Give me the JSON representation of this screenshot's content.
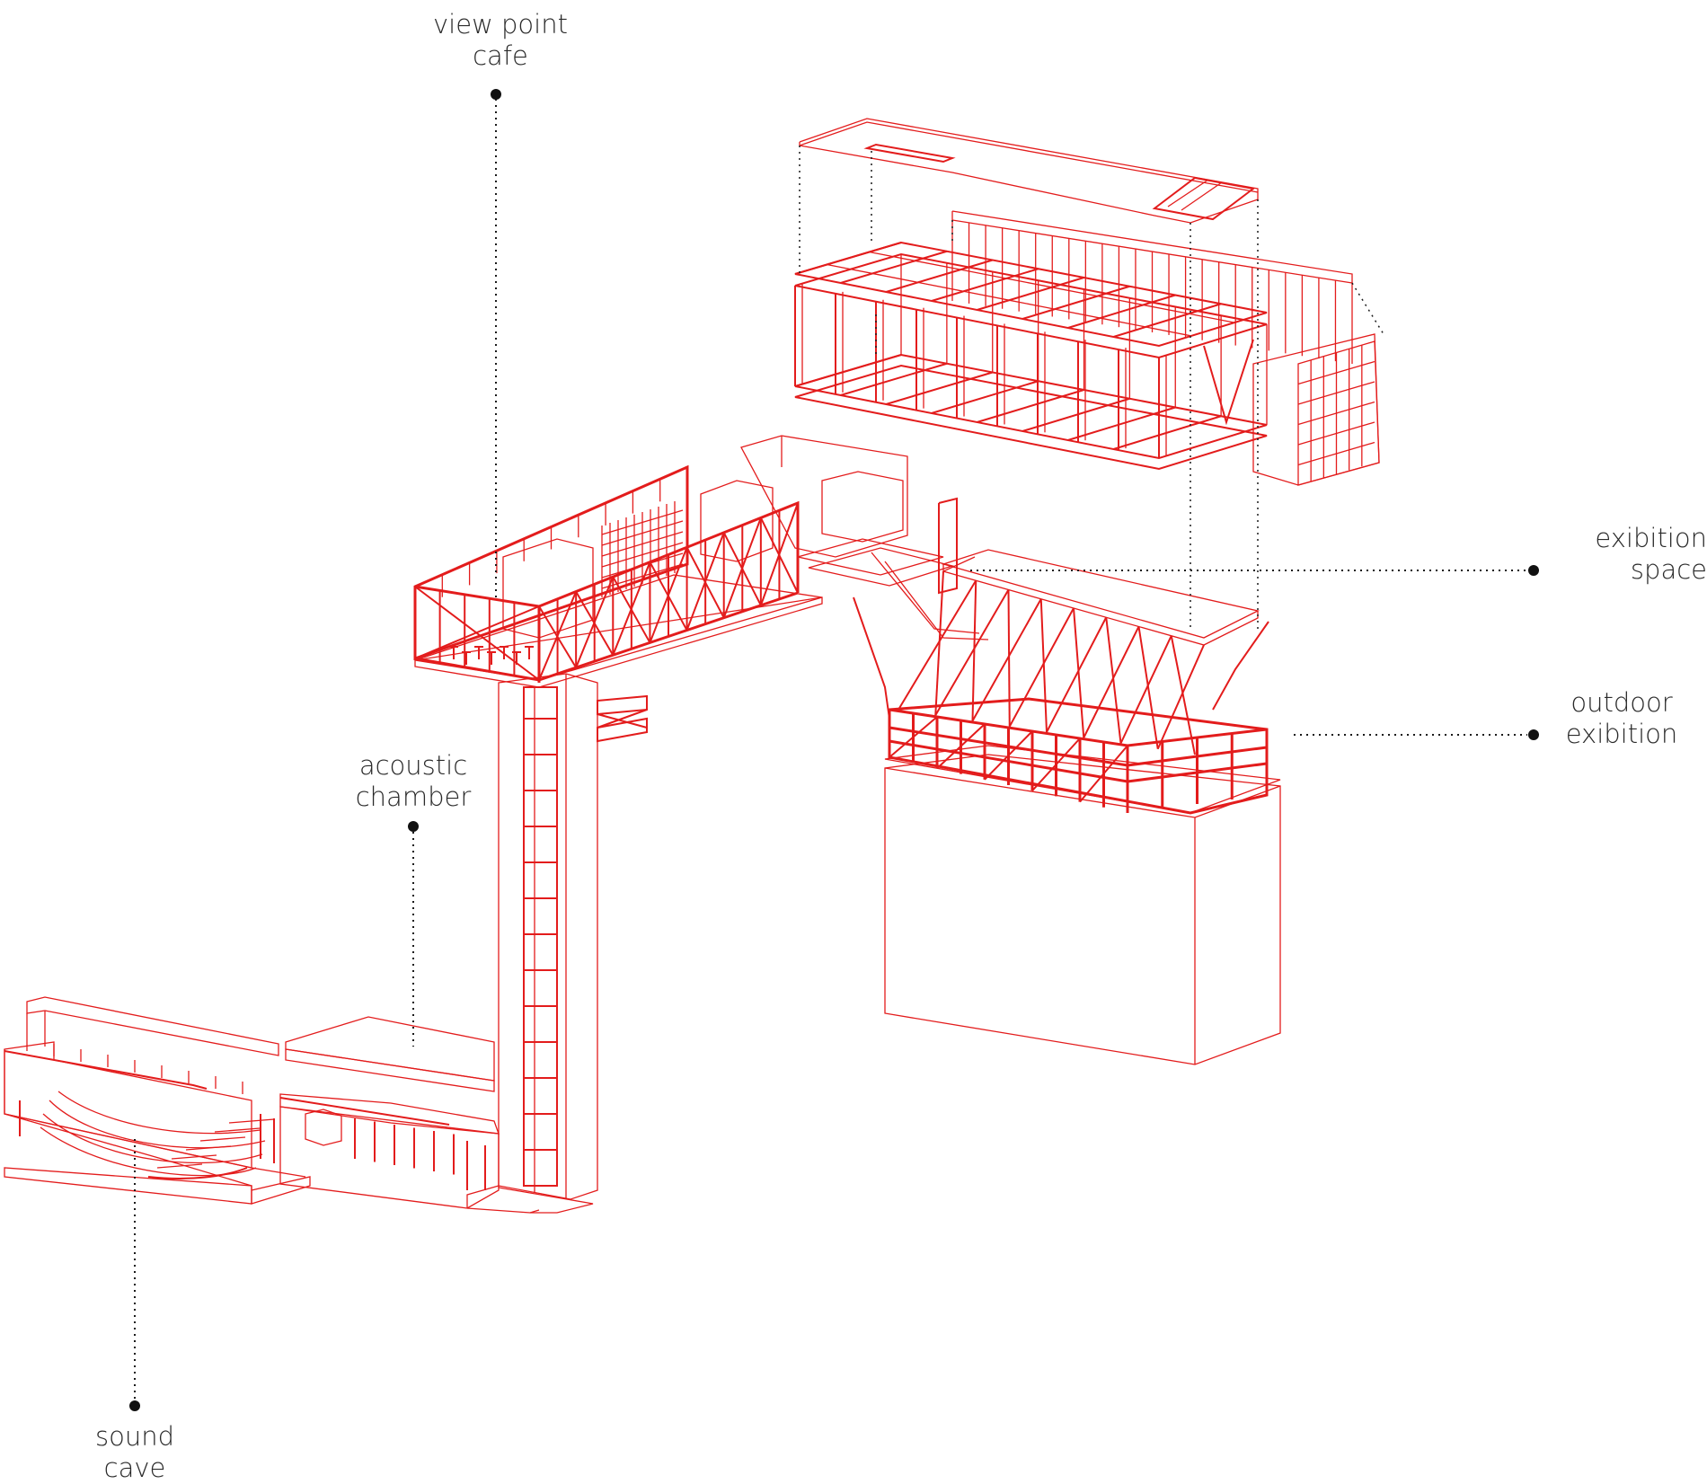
{
  "labels": {
    "view_point_cafe": [
      "view point",
      "cafe"
    ],
    "exibition_space": [
      "exibition space"
    ],
    "outdoor_exibition": [
      "outdoor",
      "exibition"
    ],
    "acoustic_chamber": [
      "acoustic",
      "chamber"
    ],
    "sound_cave": [
      "sound",
      "cave"
    ]
  },
  "colors": {
    "drawing": "#e31c1c",
    "leader": "#1a1a1a",
    "text": "#2a2a2a",
    "background": "#ffffff"
  }
}
